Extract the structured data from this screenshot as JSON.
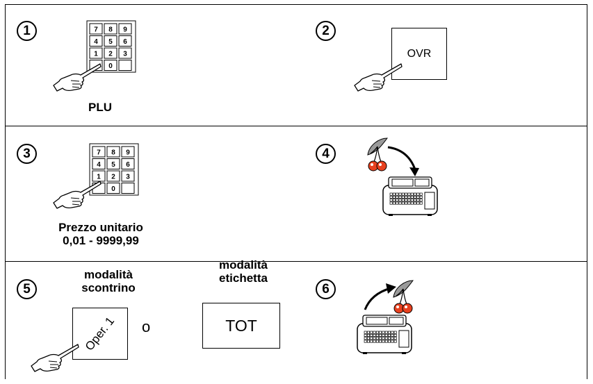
{
  "steps": [
    {
      "number": "1",
      "caption": "PLU"
    },
    {
      "number": "2",
      "key": "OVR"
    },
    {
      "number": "3",
      "caption_line1": "Prezzo unitario",
      "caption_line2": "0,01 - 9999,99"
    },
    {
      "number": "4"
    },
    {
      "number": "5",
      "mode_receipt_line1": "modalità",
      "mode_receipt_line2": "scontrino",
      "mode_label_line1": "modalità",
      "mode_label_line2": "etichetta",
      "key_oper": "Oper. 1",
      "or": "o",
      "key_tot": "TOT"
    },
    {
      "number": "6"
    }
  ],
  "keypad": {
    "rows": [
      [
        "7",
        "8",
        "9"
      ],
      [
        "4",
        "5",
        "6"
      ],
      [
        "1",
        "2",
        "3"
      ],
      [
        "",
        "0",
        ""
      ]
    ]
  },
  "icons": {
    "hand": "pointing-hand-icon",
    "scale": "scale-icon",
    "cherries": "cherries-icon",
    "arrow": "curved-arrow-icon"
  }
}
